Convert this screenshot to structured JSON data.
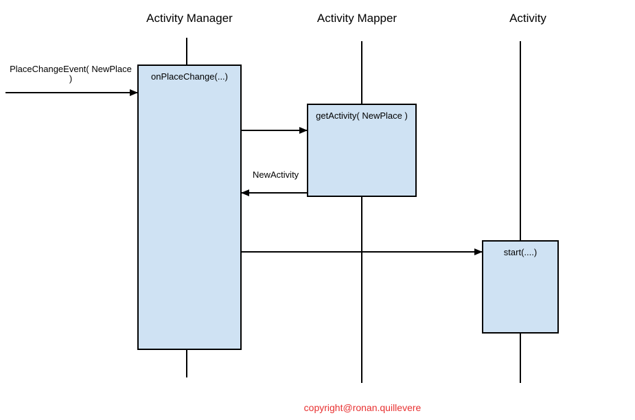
{
  "diagram_type": "uml-sequence",
  "participants": [
    {
      "label": "Activity Manager"
    },
    {
      "label": "Activity Mapper"
    },
    {
      "label": "Activity"
    }
  ],
  "activations": [
    {
      "participant": "Activity Manager",
      "label": "onPlaceChange(...)"
    },
    {
      "participant": "Activity Mapper",
      "label": "getActivity( NewPlace )"
    },
    {
      "participant": "Activity",
      "label": "start(....)"
    }
  ],
  "messages": [
    {
      "from": "external",
      "to": "Activity Manager",
      "label": "PlaceChangeEvent( NewPlace )",
      "label_lines": [
        "PlaceChangeEvent( NewPlace",
        ")"
      ]
    },
    {
      "from": "Activity Manager",
      "to": "Activity Mapper",
      "label": ""
    },
    {
      "from": "Activity Mapper",
      "to": "Activity Manager",
      "label": "NewActivity"
    },
    {
      "from": "Activity Manager",
      "to": "Activity",
      "label": ""
    }
  ],
  "footer": {
    "copyright": "copyright@ronan.quillevere"
  },
  "colors": {
    "background": "#ffffff",
    "activation_fill": "#cfe2f3",
    "line": "#000000",
    "copyright_text": "#e83030"
  }
}
